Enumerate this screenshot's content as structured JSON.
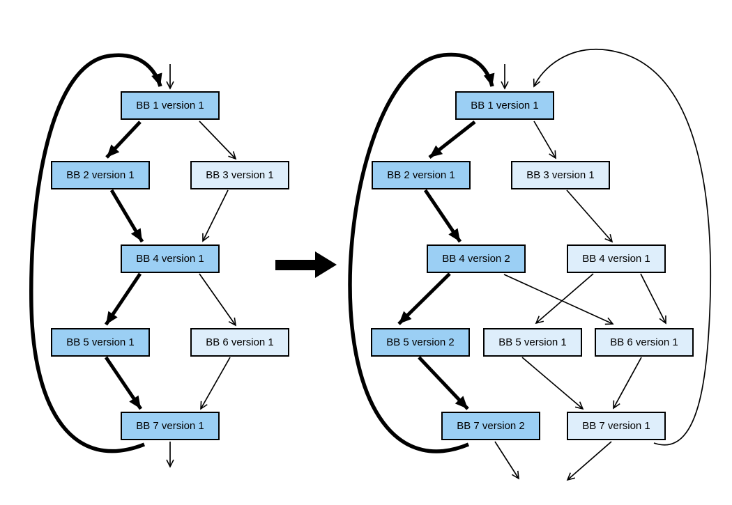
{
  "figure": {
    "type": "control-flow-graph-transformation",
    "colors": {
      "hot_node_fill": "#9BCFF4",
      "cold_node_fill": "#DEEEFB",
      "edge_color": "#000000",
      "background": "#FFFFFF"
    },
    "transform_arrow": {
      "meaning": "transforms-into",
      "direction": "left-to-right"
    },
    "left_graph": {
      "nodes": [
        {
          "id": "bb1v1",
          "label": "BB 1 version 1",
          "variant": "hot"
        },
        {
          "id": "bb2v1",
          "label": "BB 2 version 1",
          "variant": "hot"
        },
        {
          "id": "bb3v1",
          "label": "BB 3 version 1",
          "variant": "cold"
        },
        {
          "id": "bb4v1",
          "label": "BB 4 version 1",
          "variant": "hot"
        },
        {
          "id": "bb5v1",
          "label": "BB 5 version 1",
          "variant": "hot"
        },
        {
          "id": "bb6v1",
          "label": "BB 6 version 1",
          "variant": "cold"
        },
        {
          "id": "bb7v1",
          "label": "BB 7 version 1",
          "variant": "hot"
        }
      ],
      "edges": [
        {
          "from": "entry",
          "to": "bb1v1",
          "style": "thin"
        },
        {
          "from": "bb1v1",
          "to": "bb2v1",
          "style": "thick"
        },
        {
          "from": "bb1v1",
          "to": "bb3v1",
          "style": "thin"
        },
        {
          "from": "bb2v1",
          "to": "bb4v1",
          "style": "thick"
        },
        {
          "from": "bb3v1",
          "to": "bb4v1",
          "style": "thin"
        },
        {
          "from": "bb4v1",
          "to": "bb5v1",
          "style": "thick"
        },
        {
          "from": "bb4v1",
          "to": "bb6v1",
          "style": "thin"
        },
        {
          "from": "bb5v1",
          "to": "bb7v1",
          "style": "thick"
        },
        {
          "from": "bb6v1",
          "to": "bb7v1",
          "style": "thin"
        },
        {
          "from": "bb7v1",
          "to": "bb1v1",
          "style": "thick-loop-back"
        },
        {
          "from": "bb7v1",
          "to": "exit",
          "style": "thin"
        }
      ]
    },
    "right_graph": {
      "nodes": [
        {
          "id": "bb1v1",
          "label": "BB 1 version 1",
          "variant": "hot"
        },
        {
          "id": "bb2v1",
          "label": "BB 2 version 1",
          "variant": "hot"
        },
        {
          "id": "bb3v1",
          "label": "BB 3 version 1",
          "variant": "cold"
        },
        {
          "id": "bb4v2",
          "label": "BB 4 version 2",
          "variant": "hot"
        },
        {
          "id": "bb4v1",
          "label": "BB 4 version 1",
          "variant": "cold"
        },
        {
          "id": "bb5v2",
          "label": "BB 5 version 2",
          "variant": "hot"
        },
        {
          "id": "bb5v1",
          "label": "BB 5 version 1",
          "variant": "cold"
        },
        {
          "id": "bb6v1",
          "label": "BB 6 version 1",
          "variant": "cold"
        },
        {
          "id": "bb7v2",
          "label": "BB 7 version 2",
          "variant": "hot"
        },
        {
          "id": "bb7v1",
          "label": "BB 7 version 1",
          "variant": "cold"
        }
      ],
      "edges": [
        {
          "from": "entry",
          "to": "bb1v1",
          "style": "thin"
        },
        {
          "from": "bb1v1",
          "to": "bb2v1",
          "style": "thick"
        },
        {
          "from": "bb1v1",
          "to": "bb3v1",
          "style": "thin"
        },
        {
          "from": "bb2v1",
          "to": "bb4v2",
          "style": "thick"
        },
        {
          "from": "bb3v1",
          "to": "bb4v1",
          "style": "thin"
        },
        {
          "from": "bb4v2",
          "to": "bb5v2",
          "style": "thick"
        },
        {
          "from": "bb4v2",
          "to": "bb6v1",
          "style": "thin"
        },
        {
          "from": "bb4v1",
          "to": "bb5v1",
          "style": "thin"
        },
        {
          "from": "bb4v1",
          "to": "bb6v1",
          "style": "thin"
        },
        {
          "from": "bb5v2",
          "to": "bb7v2",
          "style": "thick"
        },
        {
          "from": "bb5v1",
          "to": "bb7v1",
          "style": "thin"
        },
        {
          "from": "bb6v1",
          "to": "bb7v1",
          "style": "thin"
        },
        {
          "from": "bb7v2",
          "to": "bb1v1",
          "style": "thick-loop-back"
        },
        {
          "from": "bb7v1",
          "to": "bb1v1",
          "style": "thin-loop-back"
        },
        {
          "from": "bb7v2",
          "to": "exit",
          "style": "thin"
        },
        {
          "from": "bb7v1",
          "to": "exit",
          "style": "thin"
        }
      ]
    }
  }
}
